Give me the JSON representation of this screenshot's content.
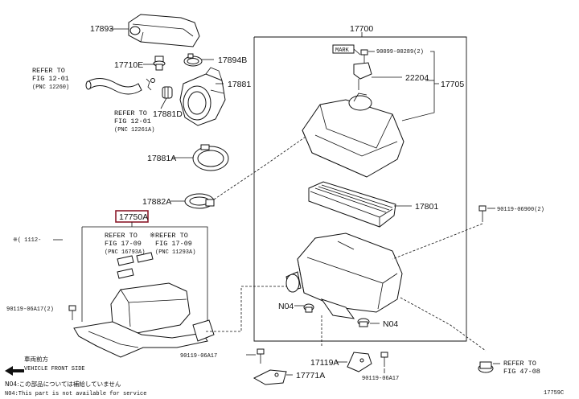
{
  "diagram": {
    "figure_number": "17759C",
    "highlight_color": "#8b1a2b",
    "parts": {
      "p17893": "17893",
      "p17710E": "17710E",
      "p17894B": "17894B",
      "p17881": "17881",
      "p17881D": "17881D",
      "p17881A": "17881A",
      "p17882A": "17882A",
      "p17750A": "17750A",
      "p17700": "17700",
      "mark": "MARK",
      "p90099": "90099-00289(2)",
      "p22204": "22204",
      "p17705": "17705",
      "p17801": "17801",
      "p90119_06900": "90119-06900(2)",
      "pN04a": "N04",
      "pN04b": "N04",
      "p90119_06A17_left": "90119-06A17(2)",
      "p90119_06A17_mid": "90119-06A17",
      "p17771A": "17771A",
      "p17119A": "17119A",
      "p90119_06A17_right": "90119-06A17"
    },
    "refs": {
      "fig12_left": [
        "REFER TO",
        "FIG 12-01",
        "(PNC 12260)"
      ],
      "fig12_mid": [
        "REFER TO",
        "FIG 12-01",
        "(PNC 12261A)"
      ],
      "fig17_a": [
        "REFER TO",
        "FIG 17-09",
        "(PNC 16793A)"
      ],
      "fig17_b": [
        "REFER TO",
        "FIG 17-09",
        "(PNC 11293A)"
      ],
      "fig47": [
        "REFER TO",
        "FIG 47-08"
      ]
    },
    "notes": {
      "date_mark": "※( 1112-",
      "asterisk": "※",
      "front_jp": "車両前方",
      "front_en": "VEHICLE FRONT SIDE",
      "n04_jp": "N04:この部品については補給していません",
      "n04_en": "N04:This part is not available for service"
    }
  }
}
